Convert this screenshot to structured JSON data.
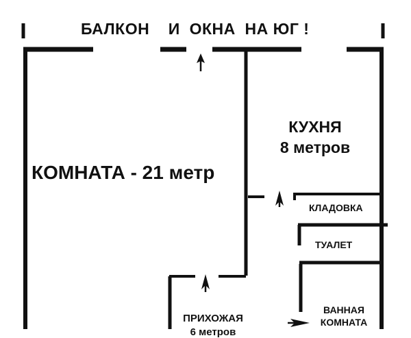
{
  "header": {
    "balcony_note": "БАЛКОН    И  ОКНА  НА ЮГ !"
  },
  "rooms": {
    "living_room": "КОМНАТА - 21 метр",
    "kitchen_name": "КУХНЯ",
    "kitchen_area": "8 метров",
    "storage": "КЛАДОВКА",
    "toilet": "ТУАЛЕТ",
    "hallway_name": "ПРИХОЖАЯ",
    "hallway_area": "6 метров",
    "bathroom_line1": "ВАННАЯ",
    "bathroom_line2": "КОМНАТА"
  },
  "colors": {
    "wall": "#111111",
    "background": "#ffffff"
  },
  "icons": [
    "door-arrow-icon"
  ]
}
